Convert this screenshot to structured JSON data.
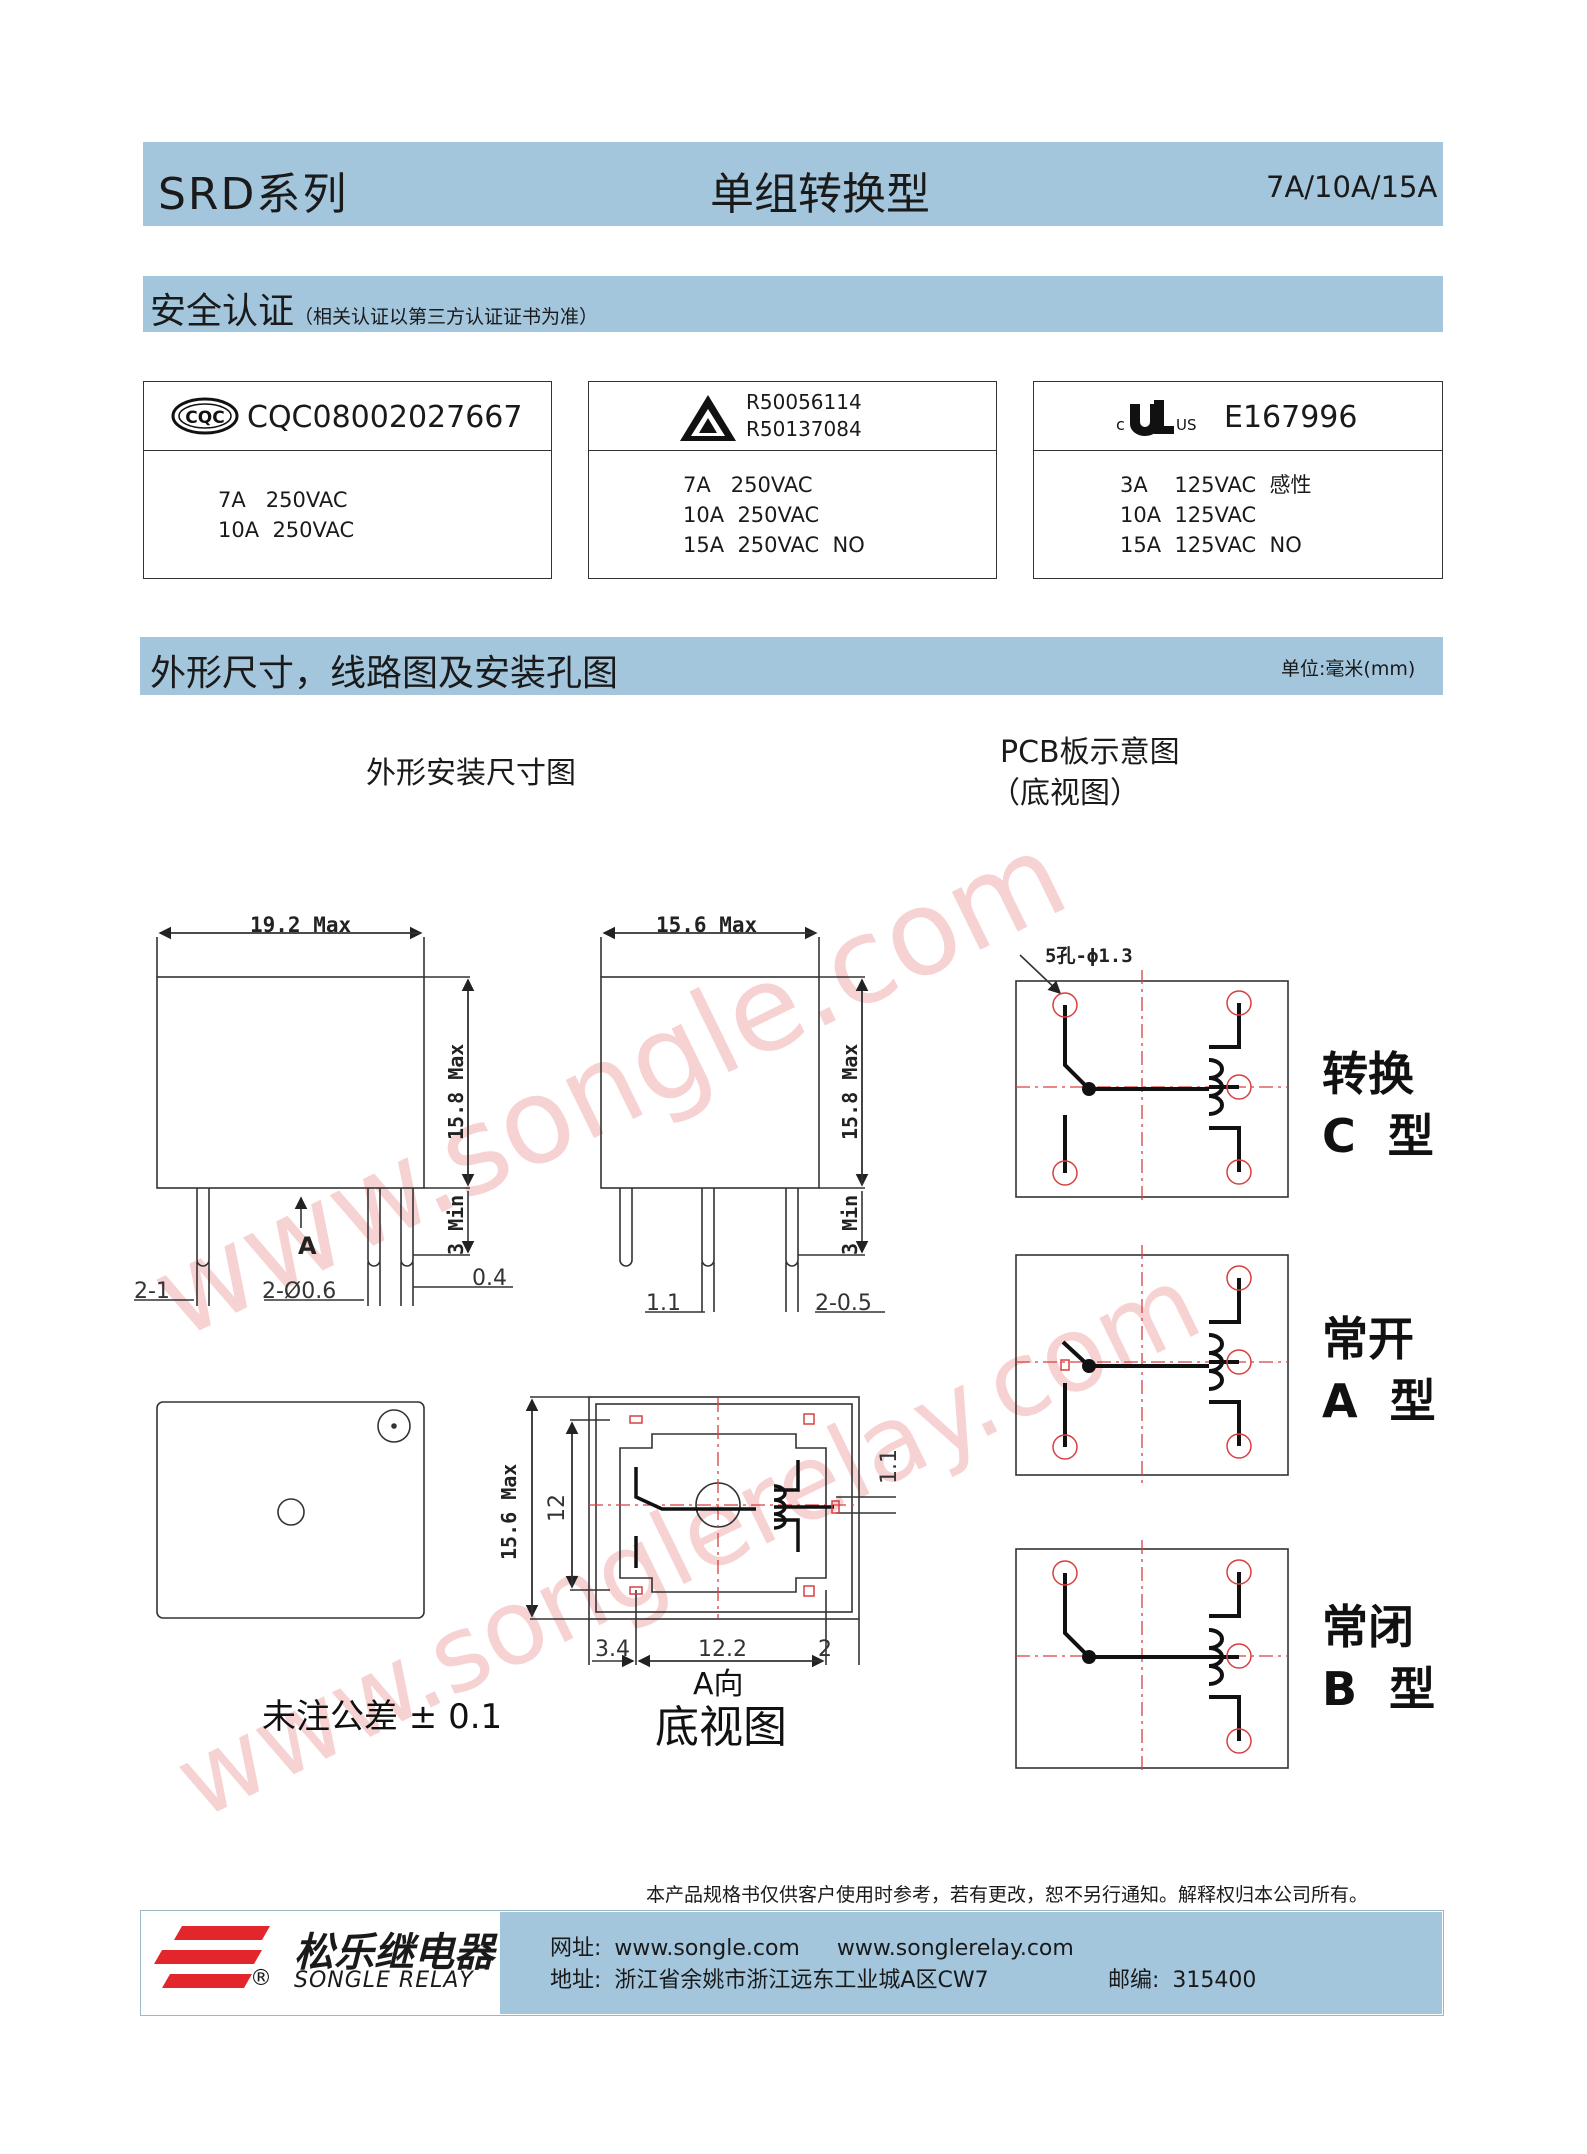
{
  "header": {
    "series": "SRD系列",
    "type": "单组转换型",
    "ratings": "7A/10A/15A"
  },
  "safety": {
    "title": "安全认证",
    "note": "（相关认证以第三方认证证书为准）"
  },
  "certs": [
    {
      "logo_text": "CQC",
      "codes": [
        "CQC08002027667"
      ],
      "lines": [
        "7A   250VAC",
        "10A  250VAC"
      ]
    },
    {
      "codes": [
        "R50056114",
        "R50137084"
      ],
      "lines": [
        "7A   250VAC",
        "10A  250VAC",
        "15A  250VAC  NO"
      ]
    },
    {
      "logo_left": "c",
      "logo_right": "US",
      "codes": [
        "E167996"
      ],
      "lines": [
        "3A    125VAC  感性",
        "10A  125VAC",
        "15A  125VAC  NO"
      ]
    }
  ],
  "dimensions": {
    "title": "外形尺寸，线路图及安装孔图",
    "unit": "单位:毫米(mm)",
    "outline_title": "外形安装尺寸图",
    "pcb_title": "PCB板示意图",
    "pcb_subtitle": "（底视图）",
    "front": {
      "width": "19.2 Max",
      "height": "15.8 Max",
      "pin_len": "3 Min",
      "arrow_label": "A",
      "dim_2_1": "2-1",
      "dim_pin_dia": "2-Ø0.6",
      "dim_0_4": "0.4"
    },
    "side": {
      "width": "15.6 Max",
      "height": "15.8 Max",
      "pin_len": "3 Min",
      "dim_1_1": "1.1",
      "dim_2_0_5": "2-0.5"
    },
    "bottom": {
      "height": "15.6 Max",
      "inner": "12",
      "dim_1_1": "1.1",
      "dim_3_4": "3.4",
      "dim_12_2": "12.2",
      "dim_2": "2",
      "view_a": "A向",
      "view_name": "底视图"
    },
    "tolerance": "未注公差 ± 0.1",
    "holes": "5孔-ϕ1.3",
    "types": [
      {
        "line1": "转换",
        "line2": "C  型"
      },
      {
        "line1": "常开",
        "line2": "A  型"
      },
      {
        "line1": "常闭",
        "line2": "B  型"
      }
    ]
  },
  "watermark": {
    "text1": "www.songle.com",
    "text2": "www.songlerelay.com"
  },
  "footer": {
    "disclaimer": "本产品规格书仅供客户使用时参考，若有更改，恕不另行通知。解释权归本公司所有。",
    "company_cn": "松乐继电器",
    "company_en": "SONGLE RELAY",
    "reg_mark": "®",
    "website_label": "网址:",
    "website1": "www.songle.com",
    "website2": "www.songlerelay.com",
    "address_label": "地址:",
    "address": "浙江省余姚市浙江远东工业城A区CW7",
    "postcode_label": "邮编:",
    "postcode": "315400"
  },
  "colors": {
    "bar": "#a3c6dd",
    "logo_red": "#e2262c",
    "watermark": "#f2b8b8",
    "pin_red": "#d84040"
  }
}
